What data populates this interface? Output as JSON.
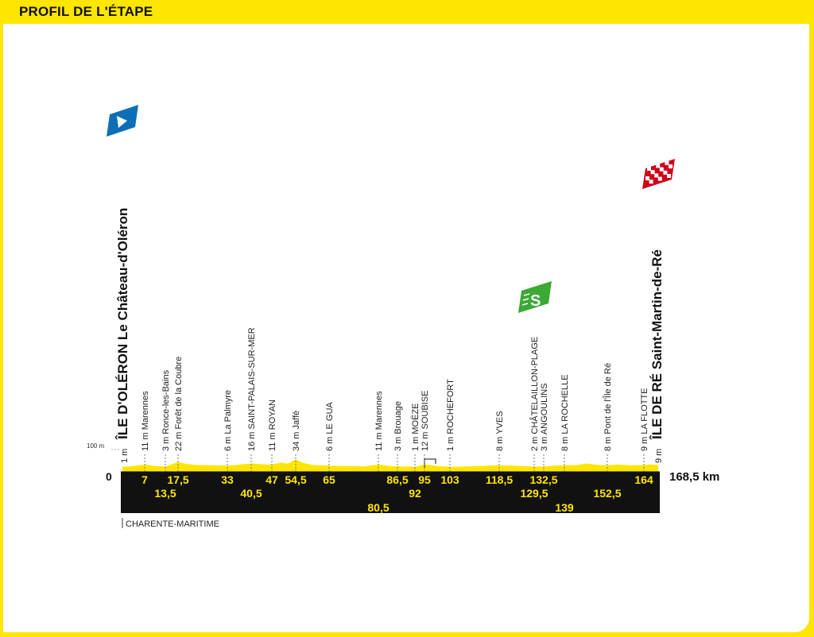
{
  "header": {
    "title": "PROFIL DE L'ÉTAPE"
  },
  "chart_data": {
    "type": "area",
    "title": "PROFIL DE L'ÉTAPE",
    "x_unit": "km",
    "y_unit": "m",
    "xlim": [
      0,
      168.5
    ],
    "ylim": [
      0,
      100
    ],
    "y_tick_label": "100 m",
    "x_start_label": "0",
    "x_end_label": "168,5 km",
    "start": {
      "name": "ÎLE D'OLÉRON Le Château-d'Oléron",
      "altitude_label": "1 m"
    },
    "finish": {
      "name": "ÎLE DE RÉ Saint-Martin-de-Ré",
      "altitude_label": "9 m"
    },
    "region": "CHARENTE-MARITIME",
    "sprint_icon": "intermediate-sprint-S-icon",
    "start_icon": "start-flag-icon",
    "finish_icon": "checkered-finish-flag-icon",
    "waypoints": [
      {
        "km": 7,
        "km_label": "7",
        "row": 1,
        "label": "11 m Marennes"
      },
      {
        "km": 13.5,
        "km_label": "13,5",
        "row": 2,
        "label": "3 m Ronce-les-Bains"
      },
      {
        "km": 17.5,
        "km_label": "17,5",
        "row": 1,
        "label": "22 m Forêt de la Coubre"
      },
      {
        "km": 33,
        "km_label": "33",
        "row": 1,
        "label": "6 m La Palmyre"
      },
      {
        "km": 40.5,
        "km_label": "40,5",
        "row": 2,
        "label": "16 m SAINT-PALAIS-SUR-MER"
      },
      {
        "km": 47,
        "km_label": "47",
        "row": 1,
        "label": "11 m ROYAN"
      },
      {
        "km": 54.5,
        "km_label": "54,5",
        "row": 1,
        "label": "34 m Jaffé"
      },
      {
        "km": 65,
        "km_label": "65",
        "row": 1,
        "label": "6 m LE GUA"
      },
      {
        "km": 80.5,
        "km_label": "80,5",
        "row": 3,
        "label": "11 m Marennes"
      },
      {
        "km": 86.5,
        "km_label": "86,5",
        "row": 1,
        "label": "3 m Brouage"
      },
      {
        "km": 92,
        "km_label": "92",
        "row": 2,
        "label": "1 m MOËZE"
      },
      {
        "km": 95,
        "km_label": "95",
        "row": 1,
        "label": "12 m SOUBISE"
      },
      {
        "km": 103,
        "km_label": "103",
        "row": 1,
        "label": "1 m ROCHEFORT"
      },
      {
        "km": 118.5,
        "km_label": "118,5",
        "row": 1,
        "label": "8 m YVES"
      },
      {
        "km": 129.5,
        "km_label": "129,5",
        "row": 2,
        "label": "2 m CHÂTELAILLON-PLAGE"
      },
      {
        "km": 132.5,
        "km_label": "132,5",
        "row": 1,
        "label": "3 m ANGOULINS"
      },
      {
        "km": 139,
        "km_label": "139",
        "row": 3,
        "label": "8 m LA ROCHELLE"
      },
      {
        "km": 152.5,
        "km_label": "152,5",
        "row": 2,
        "label": "8 m Pont de l'Île de Ré"
      },
      {
        "km": 164,
        "km_label": "164",
        "row": 1,
        "label": "9 m LA FLOTTE"
      }
    ],
    "profile": [
      [
        0,
        1
      ],
      [
        3,
        4
      ],
      [
        7,
        11
      ],
      [
        10,
        5
      ],
      [
        13.5,
        3
      ],
      [
        15.5,
        12
      ],
      [
        17.5,
        22
      ],
      [
        20,
        14
      ],
      [
        24,
        9
      ],
      [
        28,
        8
      ],
      [
        33,
        6
      ],
      [
        36,
        10
      ],
      [
        40.5,
        16
      ],
      [
        44,
        12
      ],
      [
        47,
        11
      ],
      [
        50,
        20
      ],
      [
        52,
        15
      ],
      [
        54.5,
        34
      ],
      [
        57,
        18
      ],
      [
        60,
        9
      ],
      [
        65,
        6
      ],
      [
        68,
        5
      ],
      [
        72,
        4
      ],
      [
        76,
        3
      ],
      [
        80.5,
        11
      ],
      [
        84,
        5
      ],
      [
        86.5,
        3
      ],
      [
        89,
        2
      ],
      [
        92,
        1
      ],
      [
        95,
        12
      ],
      [
        99,
        5
      ],
      [
        103,
        1
      ],
      [
        108,
        3
      ],
      [
        113,
        5
      ],
      [
        118.5,
        8
      ],
      [
        123,
        6
      ],
      [
        126,
        4
      ],
      [
        129.5,
        2
      ],
      [
        132.5,
        3
      ],
      [
        136,
        6
      ],
      [
        139,
        8
      ],
      [
        143,
        9
      ],
      [
        146,
        16
      ],
      [
        149,
        10
      ],
      [
        152.5,
        8
      ],
      [
        156,
        11
      ],
      [
        160,
        7
      ],
      [
        164,
        9
      ],
      [
        166,
        12
      ],
      [
        168.5,
        9
      ]
    ],
    "colors": {
      "profile_fill": "#ffe600",
      "band": "#111111",
      "km_labels": "#ffe600",
      "sprint": "#3aa935",
      "start_flag": "#0d6fb8",
      "finish_flag": "#d0021b"
    }
  }
}
